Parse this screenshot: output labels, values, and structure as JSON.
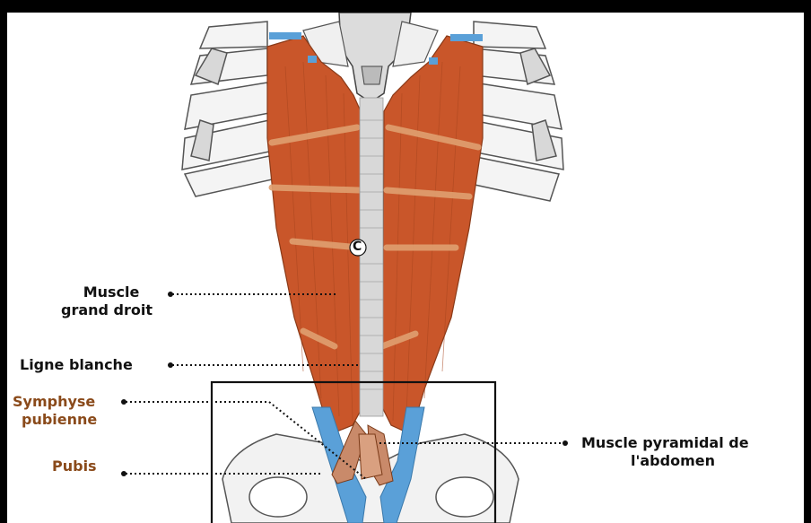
{
  "diagram": {
    "center_marker": "C",
    "labels": {
      "muscle_grand_droit": [
        "Muscle",
        "grand droit"
      ],
      "ligne_blanche": "Ligne blanche",
      "symphyse_pubienne": [
        "Symphyse",
        "pubienne"
      ],
      "pubis": "Pubis",
      "muscle_pyramidal": [
        "Muscle pyramidal de",
        "l'abdomen"
      ]
    },
    "colors": {
      "muscle": "#c9562a",
      "tendon_band": "#e0a070",
      "linea_alba": "#d8d8d8",
      "fascia_blue": "#5aa0d8",
      "bone": "#f2f2f2",
      "bone_outline": "#555555",
      "label_brown": "#8a4a1a",
      "label_dark": "#111111"
    }
  }
}
